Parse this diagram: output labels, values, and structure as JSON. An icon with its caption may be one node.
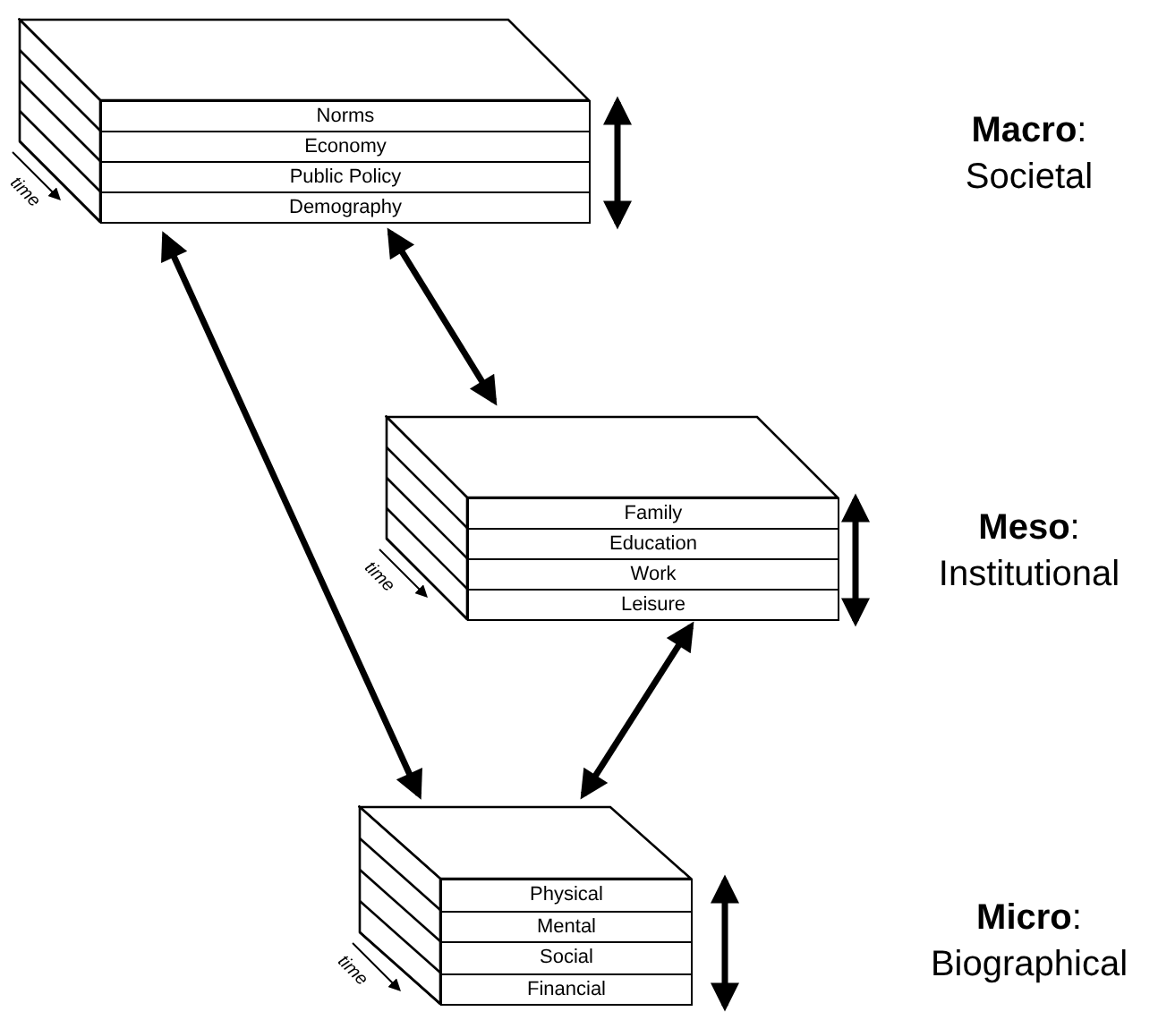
{
  "diagram": {
    "nodes": [
      {
        "text": [],
        "shape": "box"
      },
      {
        "text": [
          "Norms"
        ],
        "in": 0
      },
      {
        "text": [
          "Economy"
        ],
        "in": 0
      },
      {
        "text": [
          "Public Policy"
        ],
        "in": 0
      },
      {
        "text": [
          "Demography"
        ],
        "in": 0
      },
      {
        "text": [],
        "shape": "box"
      },
      {
        "text": [
          "Family"
        ],
        "in": 5
      },
      {
        "text": [
          "Education"
        ],
        "in": 5
      },
      {
        "text": [
          "Work"
        ],
        "in": 5
      },
      {
        "text": [
          "Leisure"
        ],
        "in": 5
      },
      {
        "text": [],
        "shape": "box"
      },
      {
        "text": [
          "Physical"
        ],
        "in": 10
      },
      {
        "text": [
          "Mental"
        ],
        "in": 10
      },
      {
        "text": [
          "Social"
        ],
        "in": 10
      },
      {
        "text": [
          "Financial"
        ],
        "in": 10
      }
    ],
    "edges": [
      {
        "from": 0,
        "to": 5,
        "arrow": "both"
      },
      {
        "from": 0,
        "to": 10,
        "arrow": "both"
      },
      {
        "from": 5,
        "to": 10,
        "arrow": "both"
      },
      {
        "from": 1,
        "to": 4,
        "arrow": "both"
      },
      {
        "from": 6,
        "to": 9,
        "arrow": "both"
      },
      {
        "from": 11,
        "to": 14,
        "arrow": "both"
      }
    ],
    "labels": [
      "**Macro**: Societal",
      "time",
      "**Meso**: Institutional",
      "time",
      "**Micro**: Biographical",
      "time"
    ]
  }
}
